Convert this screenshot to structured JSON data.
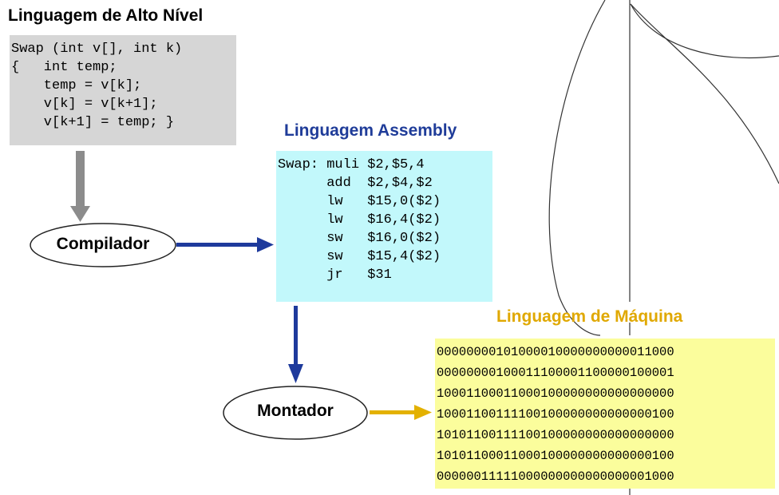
{
  "high_level": {
    "title": "Linguagem de Alto Nível",
    "code": "Swap (int v[], int k)\n{   int temp;\n    temp = v[k];\n    v[k] = v[k+1];\n    v[k+1] = temp; }"
  },
  "compiler": {
    "label": "Compilador"
  },
  "assembly": {
    "title": "Linguagem Assembly",
    "code": "Swap: muli $2,$5,4\n      add  $2,$4,$2\n      lw   $15,0($2)\n      lw   $16,4($2)\n      sw   $16,0($2)\n      sw   $15,4($2)\n      jr   $31"
  },
  "assembler": {
    "label": "Montador"
  },
  "machine": {
    "title": "Linguagem de Máquina",
    "lines": [
      "00000000101000010000000000011000",
      "00000000100011100001100000100001",
      "10001100011000100000000000000000",
      "10001100111100100000000000000100",
      "10101100111100100000000000000000",
      "10101100011000100000000000000100",
      "00000011111000000000000000001000"
    ]
  },
  "colors": {
    "gray_arrow": "#8c8c8c",
    "blue_arrow": "#1e3a9c",
    "yellow_arrow": "#e3b100",
    "assembly_title": "#1f3c99",
    "machine_title": "#e0a800",
    "gray_box": "#d6d6d6",
    "cyan_box": "#c2f8fb",
    "yellow_box": "#fbfd9c"
  }
}
